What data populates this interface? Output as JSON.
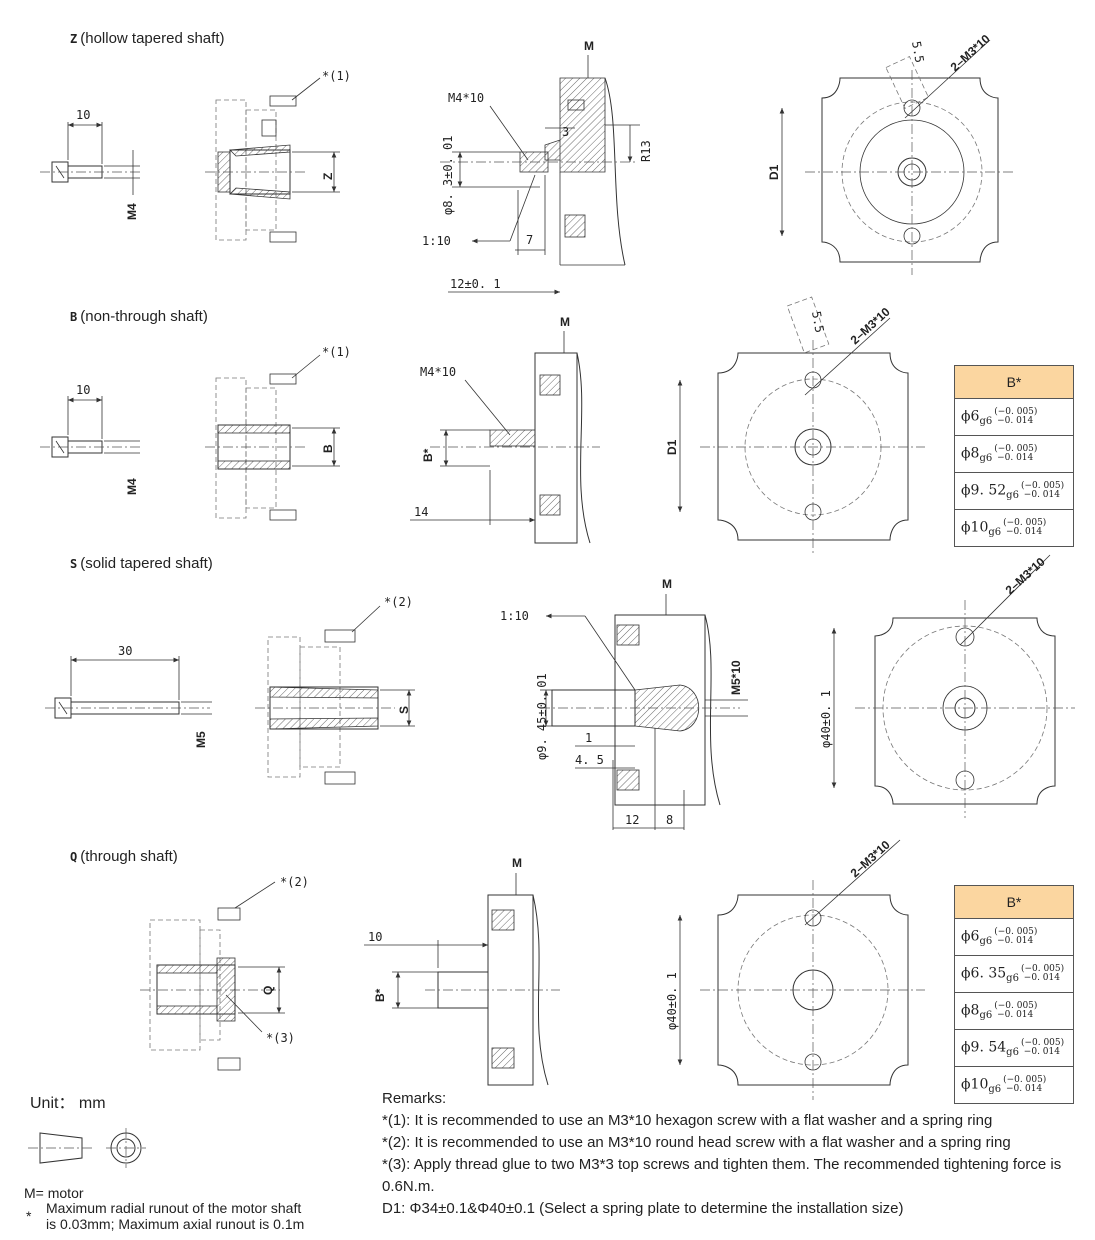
{
  "sections": {
    "z": {
      "code": "Z",
      "title": "(hollow tapered shaft)"
    },
    "b": {
      "code": "B",
      "title": "(non-through shaft)"
    },
    "s": {
      "code": "S",
      "title": "(solid tapered shaft)"
    },
    "q": {
      "code": "Q",
      "title": "(through shaft)"
    }
  },
  "dims": {
    "z_screw_len": "10",
    "z_screw_thread": "M4",
    "z_note": "*(1)",
    "z_shaft": "Z",
    "z_motor": "M",
    "z_m410": "M4*10",
    "z_dia": "φ8. 3±0. 01",
    "z_3": "3",
    "z_r13": "R13",
    "z_taper": "1:10",
    "z_7": "7",
    "z_12": "12±0. 1",
    "z_d1": "D1",
    "z_2m3": "2–M3*10",
    "z_55": "5.5",
    "b_screw_len": "10",
    "b_screw_thread": "M4",
    "b_note": "*(1)",
    "b_shaft": "B",
    "b_motor": "M",
    "b_m410": "M4*10",
    "b_bstar": "B*",
    "b_14": "14",
    "b_d1": "D1",
    "b_2m3": "2–M3*10",
    "b_55": "5.5",
    "s_screw_len": "30",
    "s_screw_thread": "M5",
    "s_note": "*(2)",
    "s_shaft": "S",
    "s_motor": "M",
    "s_taper": "1:10",
    "s_dia": "φ9. 45±0. 01",
    "s_m510": "M5*10",
    "s_1": "1",
    "s_45": "4. 5",
    "s_12": "12",
    "s_8": "8",
    "s_d40": "φ40±0. 1",
    "s_2m3": "2–M3*10",
    "q_note2": "*(2)",
    "q_note3": "*(3)",
    "q_shaft": "Q",
    "q_motor": "M",
    "q_10": "10",
    "q_bstar": "B*",
    "q_d40": "φ40±0. 1",
    "q_2m3": "2–M3*10"
  },
  "table_b": {
    "header": "B*",
    "rows": [
      {
        "base": "ϕ6",
        "sub": "g6",
        "up": "−0. 005",
        "low": "−0. 014"
      },
      {
        "base": "ϕ8",
        "sub": "g6",
        "up": "−0. 005",
        "low": "−0. 014"
      },
      {
        "base": "ϕ9. 52",
        "sub": "g6",
        "up": "−0. 005",
        "low": "−0. 014"
      },
      {
        "base": "ϕ10",
        "sub": "g6",
        "up": "−0. 005",
        "low": "−0. 014"
      }
    ]
  },
  "table_q": {
    "header": "B*",
    "rows": [
      {
        "base": "ϕ6",
        "sub": "g6",
        "up": "−0. 005",
        "low": "−0. 014"
      },
      {
        "base": "ϕ6. 35",
        "sub": "g6",
        "up": "−0. 005",
        "low": "−0. 014"
      },
      {
        "base": "ϕ8",
        "sub": "g6",
        "up": "−0. 005",
        "low": "−0. 014"
      },
      {
        "base": "ϕ9. 54",
        "sub": "g6",
        "up": "−0. 005",
        "low": "−0. 014"
      },
      {
        "base": "ϕ10",
        "sub": "g6",
        "up": "−0. 005",
        "low": "−0. 014"
      }
    ]
  },
  "legend": {
    "unit": "Unit： mm",
    "motor": "M= motor",
    "star": "*",
    "runout_1": "Maximum radial runout of the motor shaft",
    "runout_2": "is 0.03mm; Maximum axial runout is 0.1m"
  },
  "remarks": {
    "title": "Remarks:",
    "r1": "*(1): It is recommended to use an M3*10 hexagon screw with a flat washer and a spring ring",
    "r2": "*(2): It is recommended to use an M3*10 round head screw with a flat washer and a spring ring",
    "r3": "*(3): Apply thread glue to two M3*3 top screws and tighten them. The recommended tightening force is 0.6N.m.",
    "r4": "D1: Φ34±0.1&Φ40±0.1 (Select a spring plate to determine the installation size)"
  }
}
